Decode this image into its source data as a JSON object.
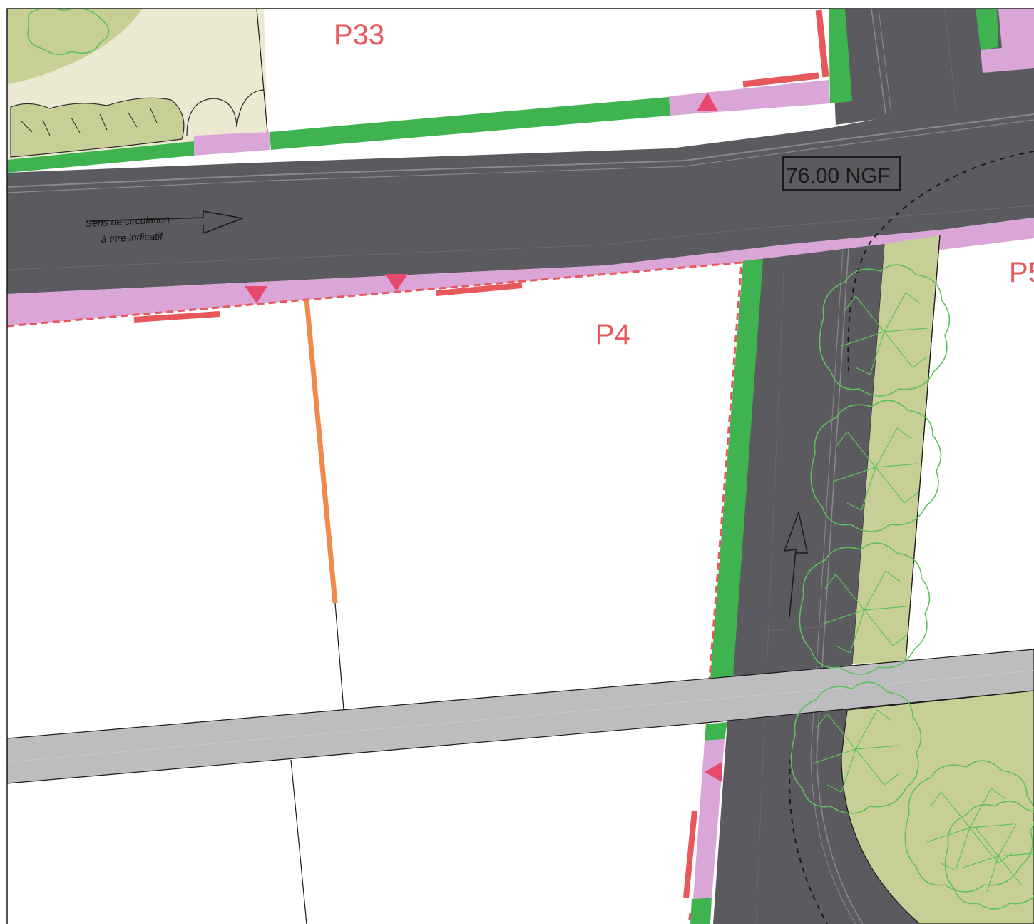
{
  "parcels": {
    "p33": "P33",
    "p4": "P4",
    "p5_partial": "P5"
  },
  "elevation": {
    "value": "76.00 NGF"
  },
  "traffic_note": {
    "line1": "Sens de circulation",
    "line2": "à titre indicatif"
  },
  "colors": {
    "road": "#5b5a5f",
    "sidewalk": "#d9a6d7",
    "green_strip": "#3fb34f",
    "lawn": "#c8cf96",
    "promenade": "#bdbcbf",
    "setback_red": "#e8575b",
    "divider_orange": "#f08a4b",
    "tree_outline": "#5cc25b",
    "parcel_label": "#e8575b"
  },
  "icons": {
    "entry_arrow": "triangle-arrow-icon",
    "traffic_arrow": "open-arrow-icon",
    "tree": "tree-canopy-icon"
  }
}
